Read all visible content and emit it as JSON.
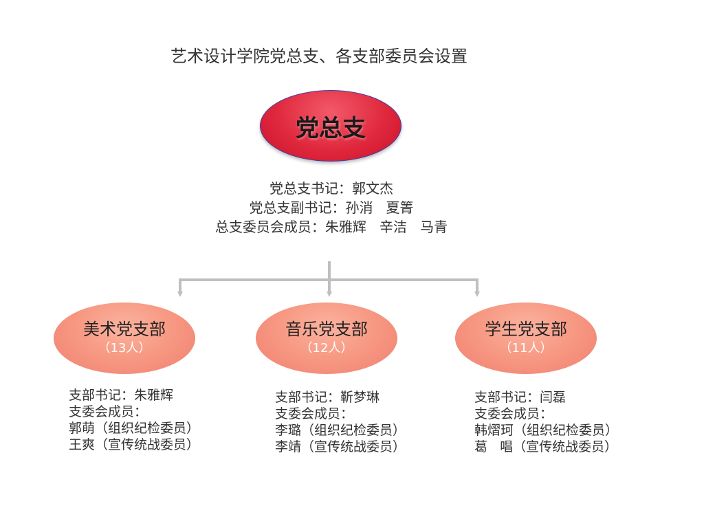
{
  "title": "艺术设计学院党总支、各支部委员会设置",
  "root": {
    "label": "党总支",
    "lines": [
      "党总支书记：郭文杰",
      "党总支副书记：孙消   夏箐",
      "总支委员会成员：朱雅辉   辛洁   马青"
    ]
  },
  "branches": [
    {
      "name": "美术党支部",
      "count": "（13人）",
      "lines": [
        "支部书记：朱雅辉",
        "支委会成员：",
        "郭萌（组织纪检委员）",
        "王爽（宣传统战委员）"
      ]
    },
    {
      "name": "音乐党支部",
      "count": "（12人）",
      "lines": [
        "支部书记：靳梦琳",
        "支委会成员：",
        "李璐（组织纪检委员）",
        "李靖（宣传统战委员）"
      ]
    },
    {
      "name": "学生党支部",
      "count": "（11人）",
      "lines": [
        "支部书记：闫磊",
        "支委会成员：",
        "韩熠珂（组织纪检委员）",
        "葛   唱（宣传统战委员）"
      ]
    }
  ],
  "colors": {
    "root_fill": "#e0283d",
    "root_border": "#3b3fa8",
    "branch_fill": "#f79a84",
    "connector": "#bfbfbf"
  }
}
